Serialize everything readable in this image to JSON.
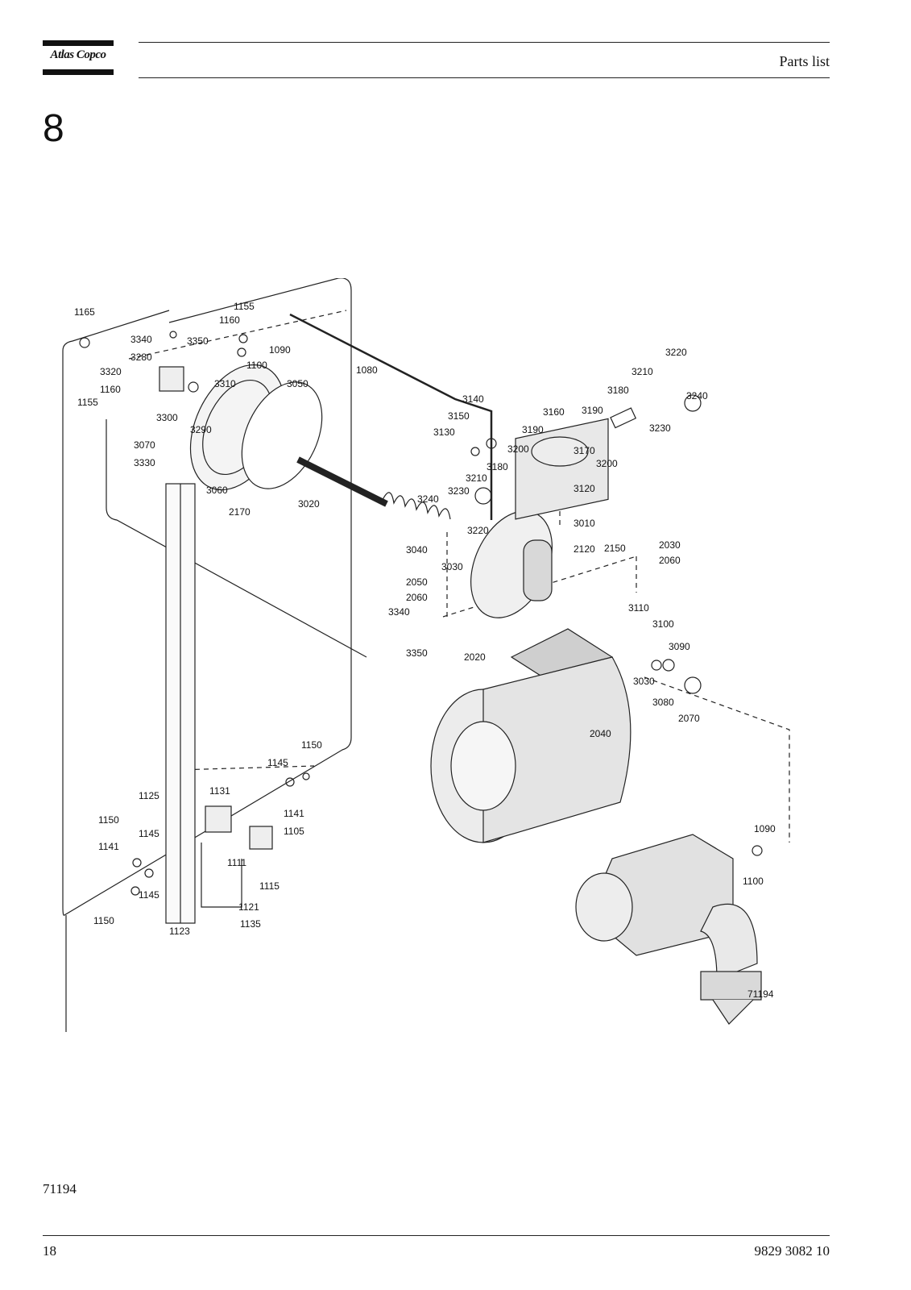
{
  "header": {
    "brand": "Atlas Copco",
    "title": "Parts list"
  },
  "section": {
    "number": "8"
  },
  "diagram": {
    "drawing_number": "71194",
    "callouts": [
      "1165",
      "1155",
      "1160",
      "3340",
      "3350",
      "1090",
      "3280",
      "1100",
      "3320",
      "3310",
      "1160",
      "1155",
      "3300",
      "3290",
      "3050",
      "1080",
      "3070",
      "3330",
      "3060",
      "2170",
      "3020",
      "3140",
      "3150",
      "3130",
      "3200",
      "3160",
      "3190",
      "3180",
      "3210",
      "3220",
      "3240",
      "3230",
      "3190",
      "3170",
      "3200",
      "3120",
      "3180",
      "3210",
      "3230",
      "3240",
      "3220",
      "3010",
      "3040",
      "2120",
      "2150",
      "2030",
      "2060",
      "3030",
      "2050",
      "2060",
      "3340",
      "3110",
      "3100",
      "3350",
      "3090",
      "2020",
      "3030",
      "3080",
      "2070",
      "2040",
      "1150",
      "1145",
      "1141",
      "1131",
      "1125",
      "1105",
      "1150",
      "1145",
      "1141",
      "1111",
      "1115",
      "1145",
      "1121",
      "1150",
      "1135",
      "1123",
      "1090",
      "1100",
      "71194"
    ]
  },
  "footer": {
    "figure_ref": "71194",
    "page_number": "18",
    "doc_number": "9829 3082 10"
  }
}
